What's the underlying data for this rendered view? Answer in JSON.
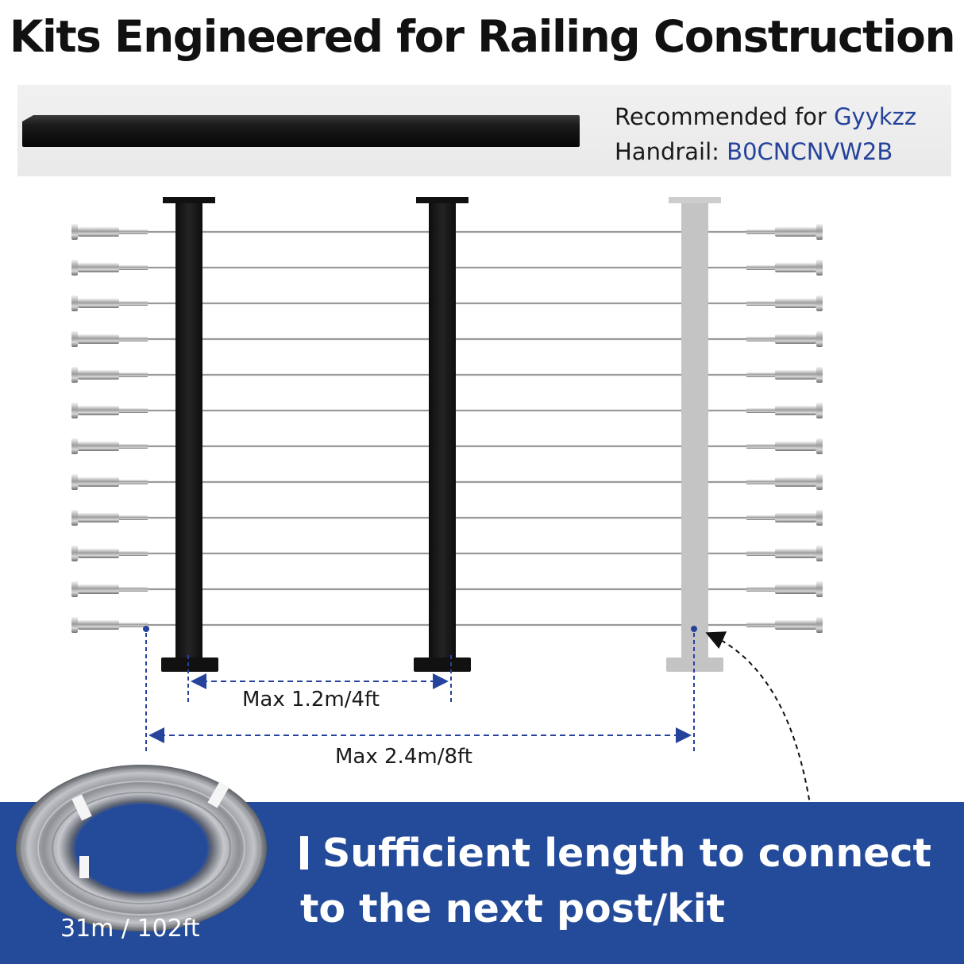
{
  "title": "Kits Engineered for Railing Construction",
  "handrail": {
    "recommended_prefix": "Recommended for",
    "brand": "Gyykzz",
    "handrail_label": "Handrail:",
    "asin": "B0CNCNVW2B"
  },
  "dimensions": {
    "post_spacing": "Max 1.2m/4ft",
    "cable_span": "Max 2.4m/8ft"
  },
  "cable_rows": 12,
  "banner": {
    "line1": "Sufficient length to connect",
    "line2": "to the next post/kit"
  },
  "coil": {
    "label": "31m / 102ft"
  },
  "colors": {
    "post": "#1a1a1a",
    "ghost_post": "#c4c4c4",
    "cable": "#9a9a9a",
    "dimension_line": "#25439c",
    "banner": "#244b99",
    "brand_text": "#25439c"
  }
}
